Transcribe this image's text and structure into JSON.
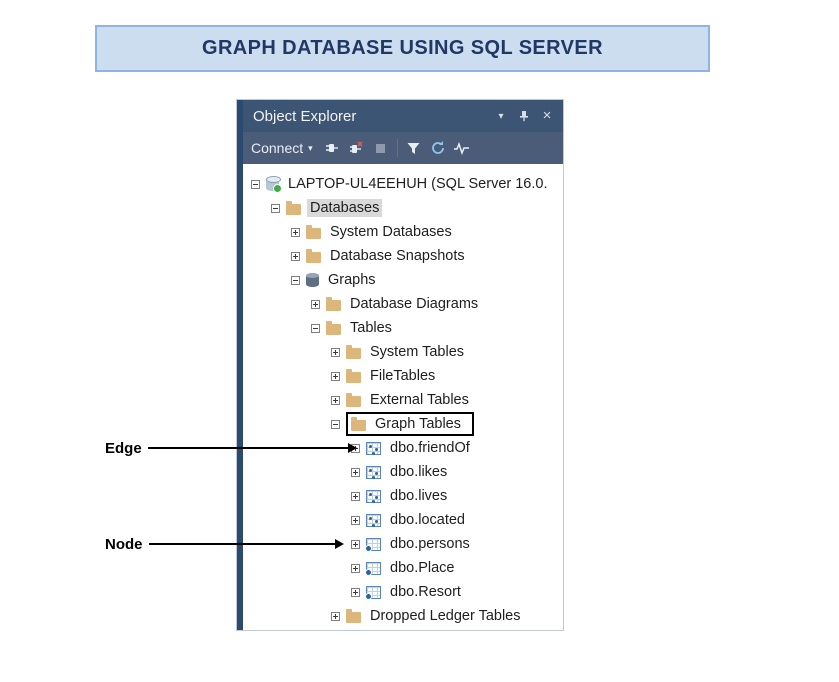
{
  "banner": {
    "title": "GRAPH DATABASE USING SQL SERVER"
  },
  "object_explorer": {
    "title": "Object Explorer",
    "header_icons": [
      "chevron-down-icon",
      "pin-icon",
      "close-icon"
    ],
    "toolbar": {
      "connect_label": "Connect",
      "icons": [
        "connect-icon",
        "disconnect-icon",
        "stop-icon",
        "filter-icon",
        "refresh-icon",
        "activity-monitor-icon"
      ]
    },
    "tree": [
      {
        "label": "LAPTOP-UL4EEHUH (SQL Server 16.0.",
        "indent": 0,
        "expander": "minus",
        "icon": "server"
      },
      {
        "label": "Databases",
        "indent": 1,
        "expander": "minus",
        "icon": "folder",
        "selected": true
      },
      {
        "label": "System Databases",
        "indent": 2,
        "expander": "plus",
        "icon": "folder"
      },
      {
        "label": "Database Snapshots",
        "indent": 2,
        "expander": "plus",
        "icon": "folder"
      },
      {
        "label": "Graphs",
        "indent": 2,
        "expander": "minus",
        "icon": "db"
      },
      {
        "label": "Database Diagrams",
        "indent": 3,
        "expander": "plus",
        "icon": "folder"
      },
      {
        "label": "Tables",
        "indent": 3,
        "expander": "minus",
        "icon": "folder"
      },
      {
        "label": "System Tables",
        "indent": 4,
        "expander": "plus",
        "icon": "folder"
      },
      {
        "label": "FileTables",
        "indent": 4,
        "expander": "plus",
        "icon": "folder"
      },
      {
        "label": "External Tables",
        "indent": 4,
        "expander": "plus",
        "icon": "folder"
      },
      {
        "label": "Graph Tables",
        "indent": 4,
        "expander": "minus",
        "icon": "folder",
        "boxed": true
      },
      {
        "label": "dbo.friendOf",
        "indent": 5,
        "expander": "plus",
        "icon": "edge"
      },
      {
        "label": "dbo.likes",
        "indent": 5,
        "expander": "plus",
        "icon": "edge"
      },
      {
        "label": "dbo.lives",
        "indent": 5,
        "expander": "plus",
        "icon": "edge"
      },
      {
        "label": "dbo.located",
        "indent": 5,
        "expander": "plus",
        "icon": "edge"
      },
      {
        "label": "dbo.persons",
        "indent": 5,
        "expander": "plus",
        "icon": "node"
      },
      {
        "label": "dbo.Place",
        "indent": 5,
        "expander": "plus",
        "icon": "node"
      },
      {
        "label": "dbo.Resort",
        "indent": 5,
        "expander": "plus",
        "icon": "node"
      },
      {
        "label": "Dropped Ledger Tables",
        "indent": 4,
        "expander": "plus",
        "icon": "folder"
      }
    ]
  },
  "annotations": {
    "edge_label": "Edge",
    "node_label": "Node"
  },
  "colors": {
    "banner_bg": "#cdddf0",
    "banner_border": "#8eb4e3",
    "banner_text": "#1f3864",
    "panel_header_bg": "#3d5574",
    "panel_toolbar_bg": "#4a5c77",
    "folder_icon": "#dcb67a",
    "graph_table_accent": "#2c63a8",
    "arrow": "#000000"
  }
}
